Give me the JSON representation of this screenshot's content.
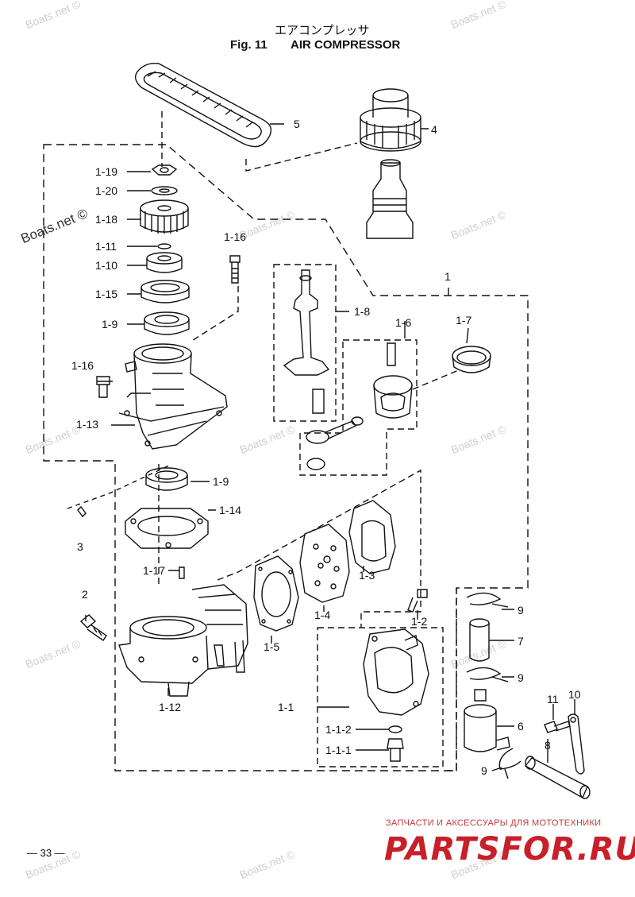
{
  "header": {
    "japanese_title": "エアコンプレッサ",
    "fig_number": "Fig. 11",
    "fig_title": "AIR COMPRESSOR"
  },
  "part_labels": [
    {
      "id": "5",
      "text": "5"
    },
    {
      "id": "4",
      "text": "4"
    },
    {
      "id": "1-19",
      "text": "1-19"
    },
    {
      "id": "1-20",
      "text": "1-20"
    },
    {
      "id": "1-18",
      "text": "1-18"
    },
    {
      "id": "1-11",
      "text": "1-11"
    },
    {
      "id": "1-10",
      "text": "1-10"
    },
    {
      "id": "1-15",
      "text": "1-15"
    },
    {
      "id": "1-9a",
      "text": "1-9"
    },
    {
      "id": "1-16a",
      "text": "1-16"
    },
    {
      "id": "1-16b",
      "text": "1-16"
    },
    {
      "id": "1-13",
      "text": "1-13"
    },
    {
      "id": "1-9b",
      "text": "1-9"
    },
    {
      "id": "1-14",
      "text": "1-14"
    },
    {
      "id": "3",
      "text": "3"
    },
    {
      "id": "1-17",
      "text": "1-17"
    },
    {
      "id": "2",
      "text": "2"
    },
    {
      "id": "1-12",
      "text": "1-12"
    },
    {
      "id": "1",
      "text": "1"
    },
    {
      "id": "1-8",
      "text": "1-8"
    },
    {
      "id": "1-6",
      "text": "1-6"
    },
    {
      "id": "1-7",
      "text": "1-7"
    },
    {
      "id": "1-3",
      "text": "1-3"
    },
    {
      "id": "1-4",
      "text": "1-4"
    },
    {
      "id": "1-5",
      "text": "1-5"
    },
    {
      "id": "1-2",
      "text": "1-2"
    },
    {
      "id": "1-1",
      "text": "1-1"
    },
    {
      "id": "1-1-2",
      "text": "1-1-2"
    },
    {
      "id": "1-1-1",
      "text": "1-1-1"
    },
    {
      "id": "9a",
      "text": "9"
    },
    {
      "id": "7",
      "text": "7"
    },
    {
      "id": "9b",
      "text": "9"
    },
    {
      "id": "11",
      "text": "11"
    },
    {
      "id": "10",
      "text": "10"
    },
    {
      "id": "6",
      "text": "6"
    },
    {
      "id": "8",
      "text": "8"
    },
    {
      "id": "9c",
      "text": "9"
    }
  ],
  "watermark": "Boats.net ©",
  "footer": {
    "page_number": "— 33 —",
    "shop_tagline": "ЗАПЧАСТИ И АКСЕССУАРЫ ДЛЯ МОТОТЕХНИКИ",
    "shop_brand": "PARTSFOR.RU"
  },
  "colors": {
    "ink": "#111111",
    "watermark": "#cfcfcf",
    "brand": "#c8202a"
  }
}
